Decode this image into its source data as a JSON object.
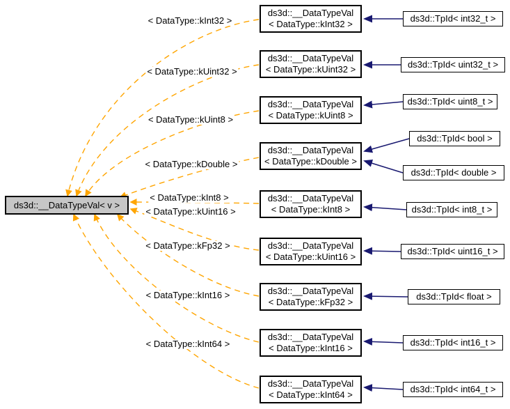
{
  "diagram": {
    "kind": "doxygen-template-instantiation-graph",
    "root": {
      "label": "ds3d::__DataTypeVal< v >"
    },
    "colors": {
      "template_edge": "#ffa500",
      "inheritance_edge": "#191970",
      "node_border": "#000000",
      "node_fill": "#ffffff",
      "root_fill": "#c6c6c6",
      "text": "#000000",
      "background": "#ffffff"
    },
    "rows": [
      {
        "edge_label": "< DataType::kInt32 >",
        "instance": {
          "line1": "ds3d::__DataTypeVal",
          "line2": "< DataType::kInt32 >"
        },
        "typedefs": {
          "a": "ds3d::TpId< int32_t >"
        }
      },
      {
        "edge_label": "< DataType::kUint32 >",
        "instance": {
          "line1": "ds3d::__DataTypeVal",
          "line2": "< DataType::kUint32 >"
        },
        "typedefs": {
          "a": "ds3d::TpId< uint32_t >"
        }
      },
      {
        "edge_label": "< DataType::kUint8 >",
        "instance": {
          "line1": "ds3d::__DataTypeVal",
          "line2": "< DataType::kUint8 >"
        },
        "typedefs": {
          "a": "ds3d::TpId< uint8_t >"
        }
      },
      {
        "edge_label": "< DataType::kDouble >",
        "instance": {
          "line1": "ds3d::__DataTypeVal",
          "line2": "< DataType::kDouble >"
        },
        "typedefs": {
          "a": "ds3d::TpId< bool >",
          "b": "ds3d::TpId< double >"
        }
      },
      {
        "edge_label": "< DataType::kInt8 >",
        "instance": {
          "line1": "ds3d::__DataTypeVal",
          "line2": "< DataType::kInt8 >"
        },
        "typedefs": {
          "a": "ds3d::TpId< int8_t >"
        }
      },
      {
        "edge_label": "< DataType::kUint16 >",
        "instance": {
          "line1": "ds3d::__DataTypeVal",
          "line2": "< DataType::kUint16 >"
        },
        "typedefs": {
          "a": "ds3d::TpId< uint16_t >"
        }
      },
      {
        "edge_label": "< DataType::kFp32 >",
        "instance": {
          "line1": "ds3d::__DataTypeVal",
          "line2": "< DataType::kFp32 >"
        },
        "typedefs": {
          "a": "ds3d::TpId< float >"
        }
      },
      {
        "edge_label": "< DataType::kInt16 >",
        "instance": {
          "line1": "ds3d::__DataTypeVal",
          "line2": "< DataType::kInt16 >"
        },
        "typedefs": {
          "a": "ds3d::TpId< int16_t >"
        }
      },
      {
        "edge_label": "< DataType::kInt64 >",
        "instance": {
          "line1": "ds3d::__DataTypeVal",
          "line2": "< DataType::kInt64 >"
        },
        "typedefs": {
          "a": "ds3d::TpId< int64_t >"
        }
      }
    ]
  }
}
